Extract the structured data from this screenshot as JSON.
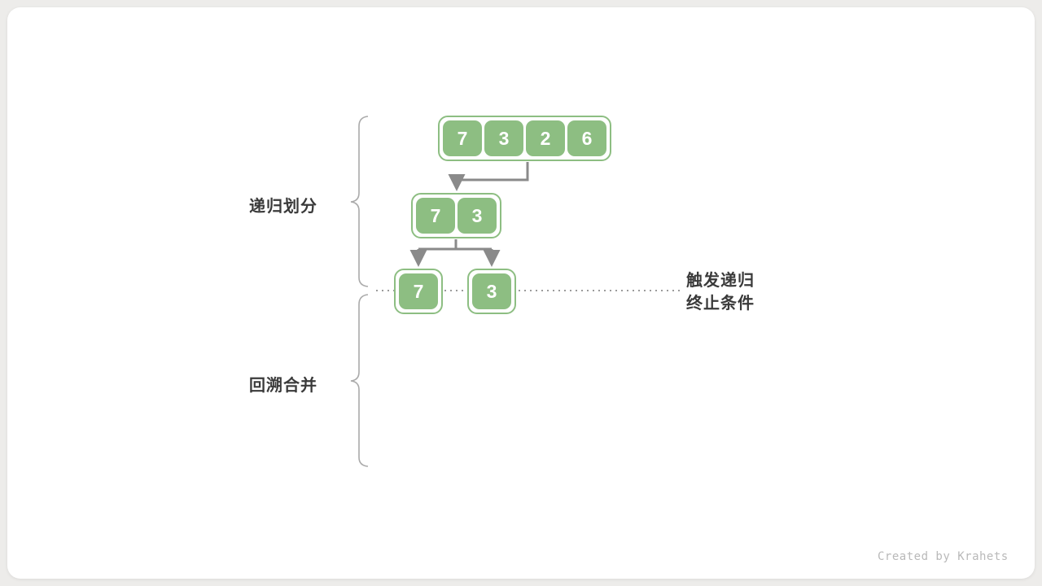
{
  "labels": {
    "divide": "递归划分",
    "merge": "回溯合并",
    "base_case_line1": "触发递归",
    "base_case_line2": "终止条件"
  },
  "tree": {
    "level0": [
      "7",
      "3",
      "2",
      "6"
    ],
    "level1": [
      "7",
      "3"
    ],
    "leaf_left": [
      "7"
    ],
    "leaf_right": [
      "3"
    ]
  },
  "watermark": "Created by Krahets",
  "colors": {
    "cell_green": "#8dbe82",
    "arrow_gray": "#8a8a8a",
    "brace_gray": "#aaaaaa",
    "dotted_line_gray": "#9b9b9b",
    "text_dark": "#3a3a3a",
    "watermark_gray": "#b9b9b9",
    "card_white": "#ffffff",
    "page_background": "#edecea"
  }
}
